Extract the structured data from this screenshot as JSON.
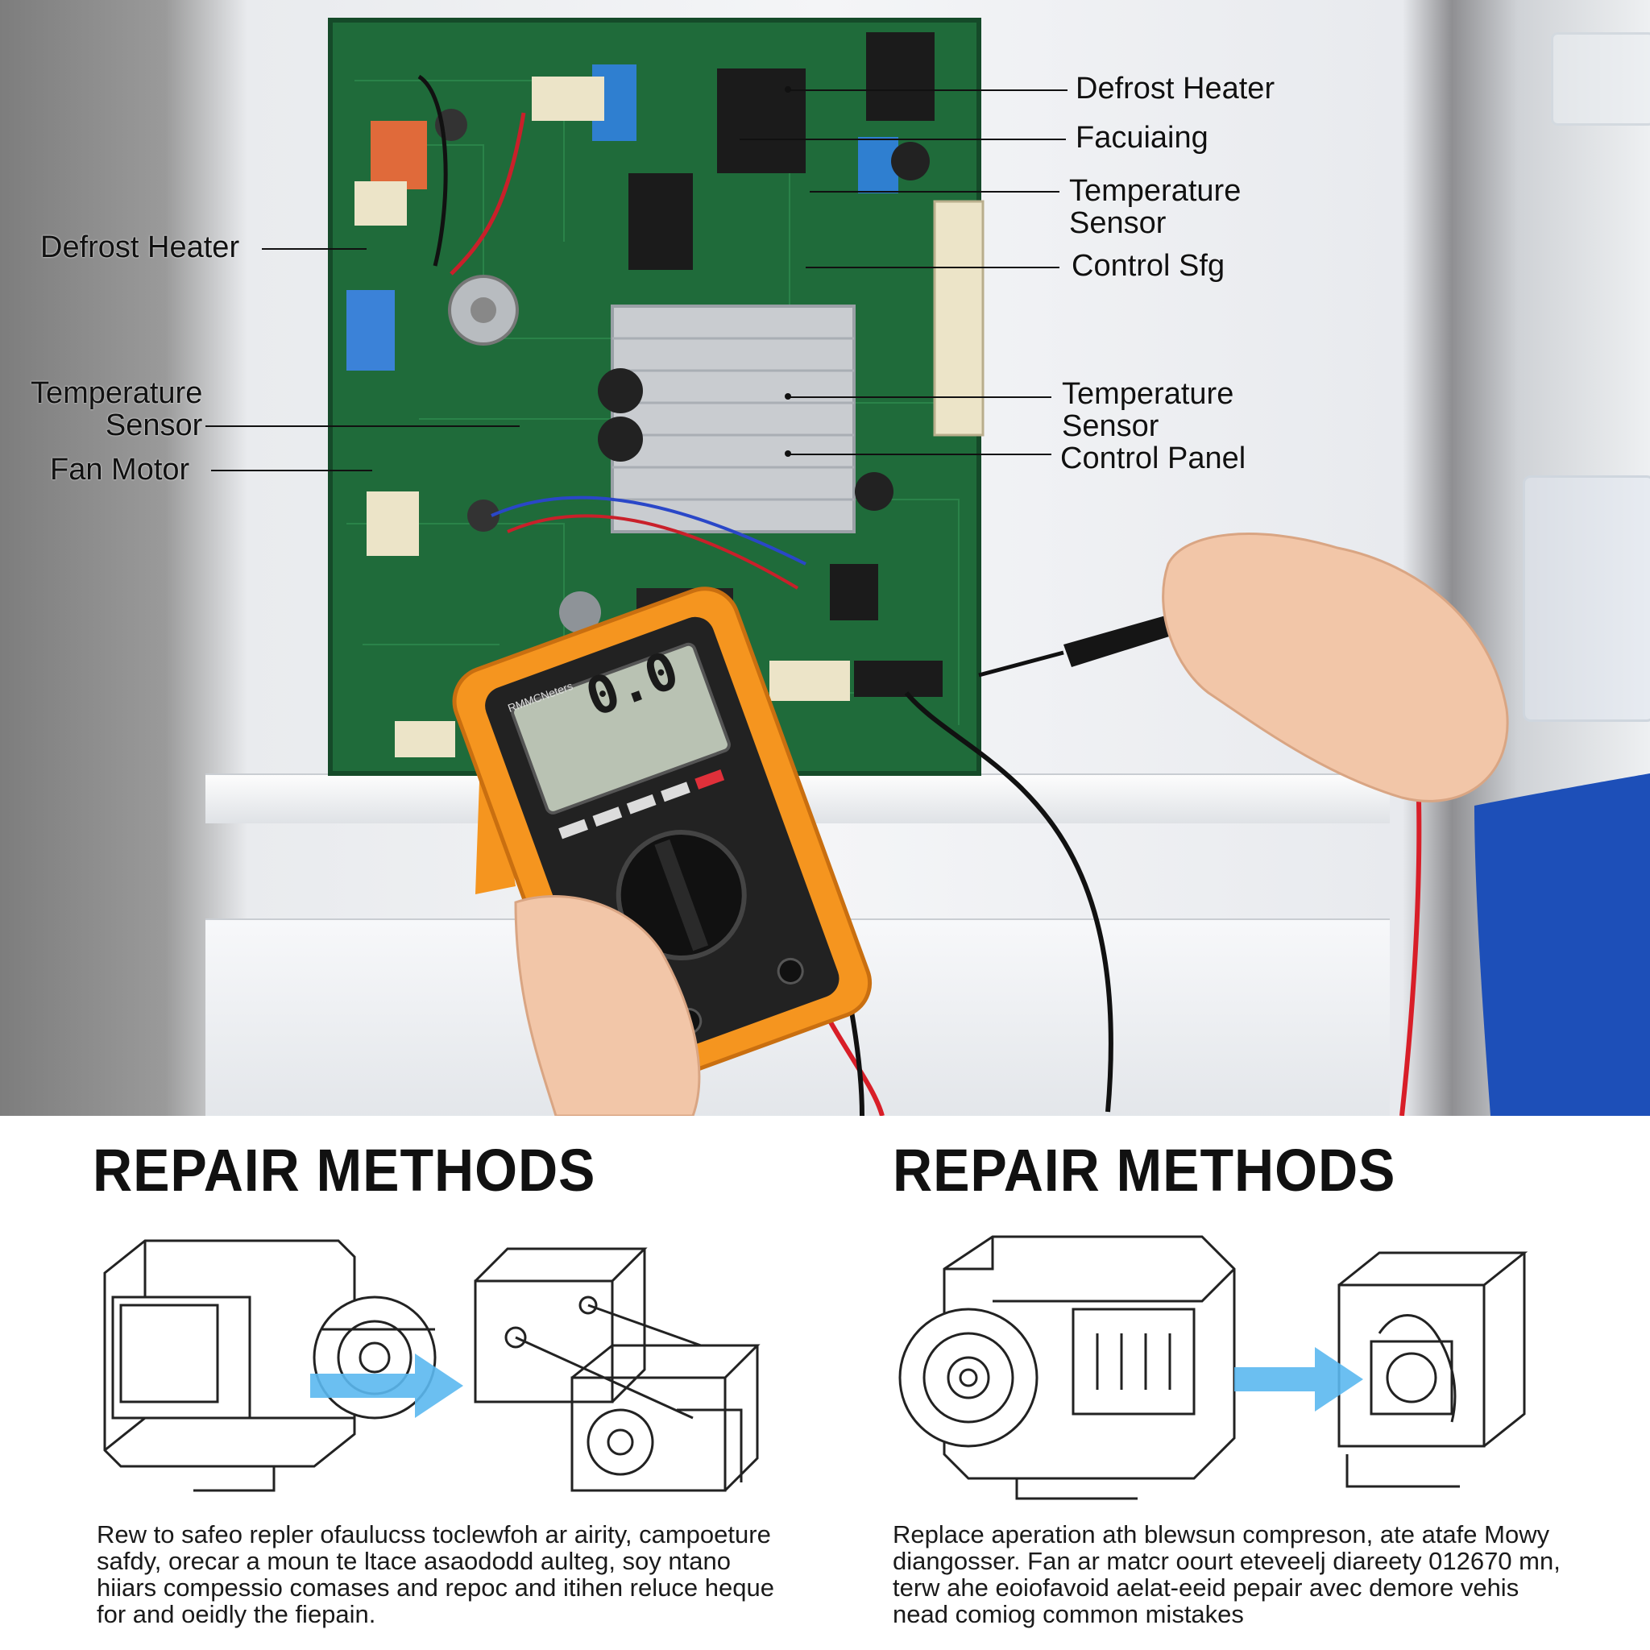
{
  "callouts_left": [
    {
      "text": "Defrost Heater"
    },
    {
      "text": "Temperature\nSensor"
    },
    {
      "text": "Fan Motor"
    }
  ],
  "callouts_right": [
    {
      "text": "Defrost Heater"
    },
    {
      "text": "Facuiaing"
    },
    {
      "text": "Temperature\nSensor"
    },
    {
      "text": "Control Sfg"
    },
    {
      "text": "Temperature\nSensor"
    },
    {
      "text": "Control Panel"
    }
  ],
  "multimeter": {
    "display": "0.0",
    "brand": "RMMCNeters"
  },
  "sections": [
    {
      "heading": "REPAIR METHODS",
      "description": "Rew to safeo repler ofaulucss toclewfoh ar airity, campoeture safdy, orecar a moun te ltace asaododd aulteg, soy ntano hiiars compessio comases and repoc and itihen reluce heque for and oeidly the fiepain."
    },
    {
      "heading": "REPAIR METHODS",
      "description": "Replace aperation ath blewsun compreson, ate atafe Mowy diangosser. Fan ar matcr oourt eteveelj diareety 012670 mn, terw ahe eoiofavoid aelat-eeid pepair avec demore vehis nead comiog common mistakes"
    }
  ],
  "colors": {
    "pcb": "#1f6b3a",
    "pcb_dark": "#164d2b",
    "multimeter_body": "#f5951f",
    "arrow": "#5bb8ef",
    "probe_red": "#d81e28",
    "sleeve_blue": "#1d4fb8"
  },
  "icons": [
    "circuit-board-icon",
    "multimeter-icon",
    "probe-icon",
    "hand-icon",
    "compressor-icon",
    "arrow-right-icon"
  ]
}
